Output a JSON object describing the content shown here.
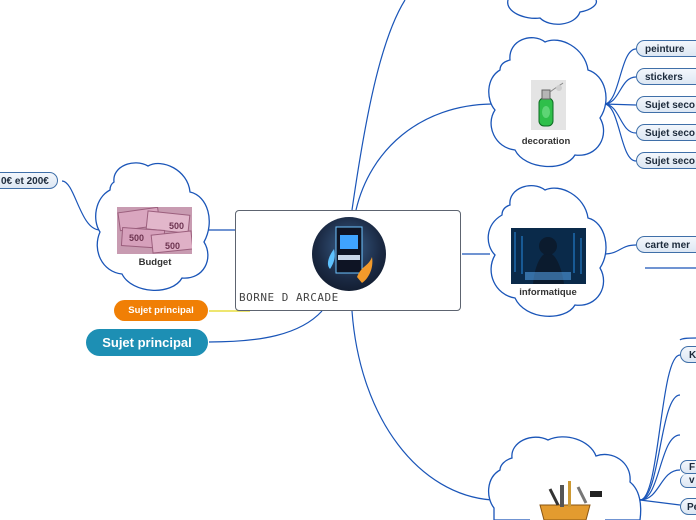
{
  "central": {
    "title": "BORNE D ARCADE"
  },
  "budget": {
    "label": "Budget",
    "amount": "0€ et 200€"
  },
  "decoration": {
    "label": "decoration",
    "items": [
      "peinture",
      "stickers",
      "Sujet seco",
      "Sujet seco",
      "Sujet seco"
    ]
  },
  "informatique": {
    "label": "informatique",
    "items": [
      "carte mer"
    ]
  },
  "sujets": {
    "orange": "Sujet principal",
    "blue": "Sujet principal"
  },
  "right_partial": {
    "items": [
      "K",
      "F",
      "v",
      "Pe"
    ]
  },
  "colors": {
    "branch": "#1a55b8",
    "pill_border": "#3f6fa8",
    "orange": "#f07f05",
    "blue": "#1d8fb4"
  }
}
